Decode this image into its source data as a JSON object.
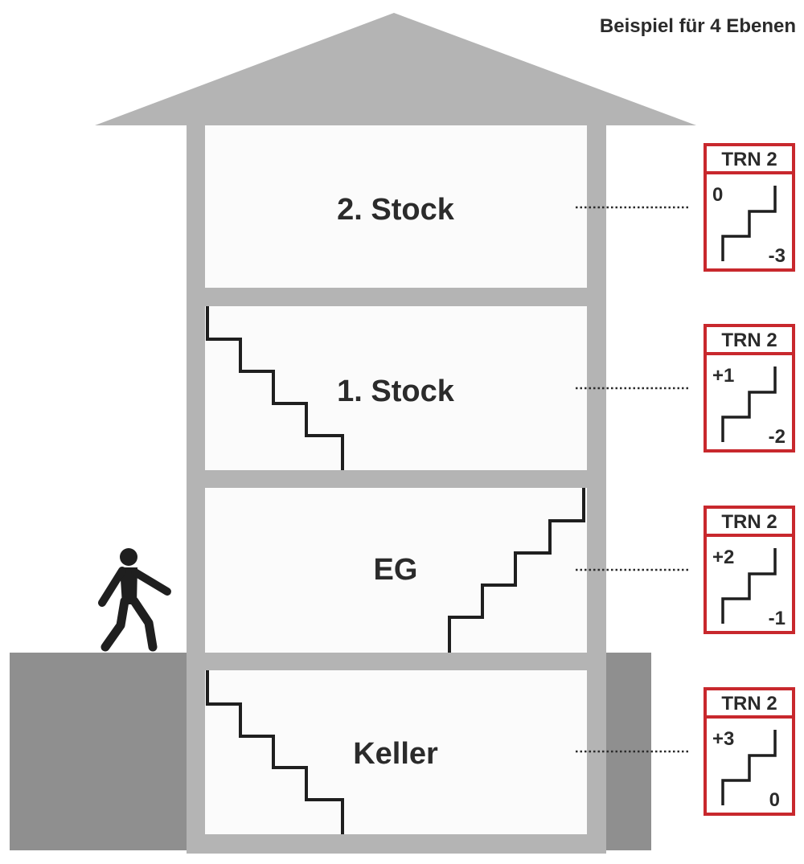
{
  "title": "Beispiel für 4 Ebenen",
  "colors": {
    "house": "#b4b4b4",
    "ground": "#8f8f8f",
    "room": "#fbfbfb",
    "stairs": "#1f1f1f",
    "box_border": "#c8282d",
    "text": "#2b2b2b"
  },
  "floors": [
    {
      "label": "2. Stock",
      "box": {
        "header": "TRN 2",
        "up": "0",
        "down": "-3"
      }
    },
    {
      "label": "1. Stock",
      "box": {
        "header": "TRN 2",
        "up": "+1",
        "down": "-2"
      }
    },
    {
      "label": "EG",
      "box": {
        "header": "TRN 2",
        "up": "+2",
        "down": "-1"
      }
    },
    {
      "label": "Keller",
      "box": {
        "header": "TRN 2",
        "up": "+3",
        "down": "0"
      }
    }
  ]
}
